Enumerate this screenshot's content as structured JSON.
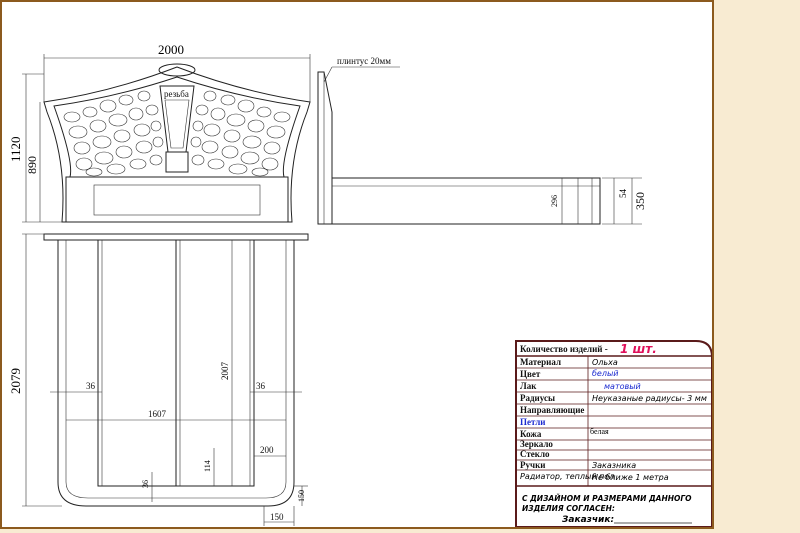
{
  "drawing": {
    "dim_total_width": "2000",
    "dim_height_total": "1120",
    "dim_height_head": "890",
    "label_carving": "резьба",
    "label_plinth": "плинтус  20мм",
    "dim_side_296": "296",
    "dim_side_54": "54",
    "dim_side_350": "350",
    "dim_length": "2079",
    "dim_inner_width": "1607",
    "dim_inner_length": "2007",
    "dim_left_36": "36",
    "dim_right_36": "36",
    "dim_200": "200",
    "dim_114": "114",
    "dim_bottom_36": "36",
    "dim_150_vertical": "150",
    "dim_150_horizontal": "150"
  },
  "spec_table": {
    "header_label": "Количество изделий -",
    "header_value": "1 шт.",
    "rows": [
      {
        "label": "Материал",
        "value": "Ольха"
      },
      {
        "label": "Цвет",
        "value": "белый"
      },
      {
        "label": "Лак",
        "value": "матовый"
      },
      {
        "label": "Радиусы",
        "value": "Неуказаные радиусы- 3 мм"
      },
      {
        "label": "Направляющие",
        "value": ""
      },
      {
        "label": "Петли",
        "value": ""
      },
      {
        "label": "Кожа",
        "value": "белая"
      },
      {
        "label": "Зеркало",
        "value": ""
      },
      {
        "label": "Стекло",
        "value": ""
      },
      {
        "label": "Ручки",
        "value": "Заказника"
      },
      {
        "label": "Радиатор, теплый пол",
        "value": "Не ближе 1 метра"
      }
    ],
    "approval_line1": "С ДИЗАЙНОМ И РАЗМЕРАМИ ДАННОГО",
    "approval_line2": "ИЗДЕЛИЯ СОГЛАСЕН:",
    "customer_label": "Заказчик:"
  },
  "colors": {
    "frame_border": "#8c5a1e",
    "background_panel": "#f8ebd2",
    "header_value_color": "#e0105a",
    "hand_blue": "#1a2ad0",
    "table_border": "#5a1a1a"
  }
}
